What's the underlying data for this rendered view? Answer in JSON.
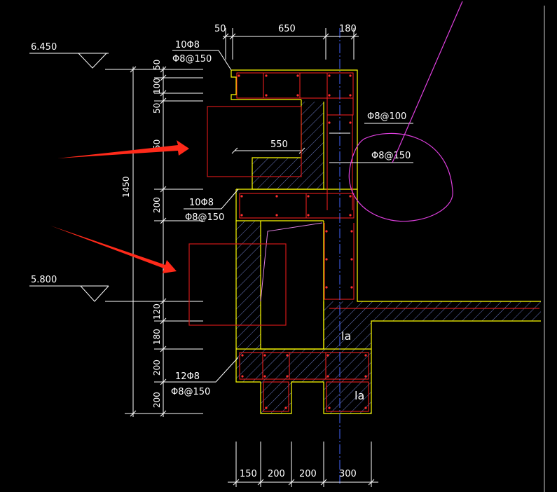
{
  "elevations": {
    "top": "6.450",
    "bottom": "5.800"
  },
  "dims_top": {
    "d1": "50",
    "d2": "650",
    "d3": "180"
  },
  "dims_bottom": {
    "d1": "150",
    "d2": "200",
    "d3": "200",
    "d4": "300"
  },
  "dims_left": {
    "total": "1450",
    "v1": "50",
    "v2": "100",
    "v3": "50",
    "v4": "50",
    "v5": "200",
    "v6": "120",
    "v7": "180",
    "v8": "200",
    "v9": "200"
  },
  "dim_inner": "550",
  "rebar": {
    "top_main": "10Φ8",
    "top_stirrup": "Φ8@150",
    "mid_main": "10Φ8",
    "mid_stirrup": "Φ8@150",
    "bot_main": "12Φ8",
    "bot_stirrup": "Φ8@150",
    "right_stirrup_1": "Φ8@100",
    "right_stirrup_2": "Φ8@150"
  },
  "anchorage": {
    "la_1": "la",
    "la_2": "la"
  },
  "colors": {
    "background": "#000000",
    "dimension": "#ffffff",
    "outline": "#ffff00",
    "rebar": "#ff2020",
    "hatch": "#6a78c0",
    "annotation_circle": "#e040e0",
    "arrow": "#ff2a1a",
    "markup_box": "#d01818",
    "center_line": "#4466ff"
  }
}
